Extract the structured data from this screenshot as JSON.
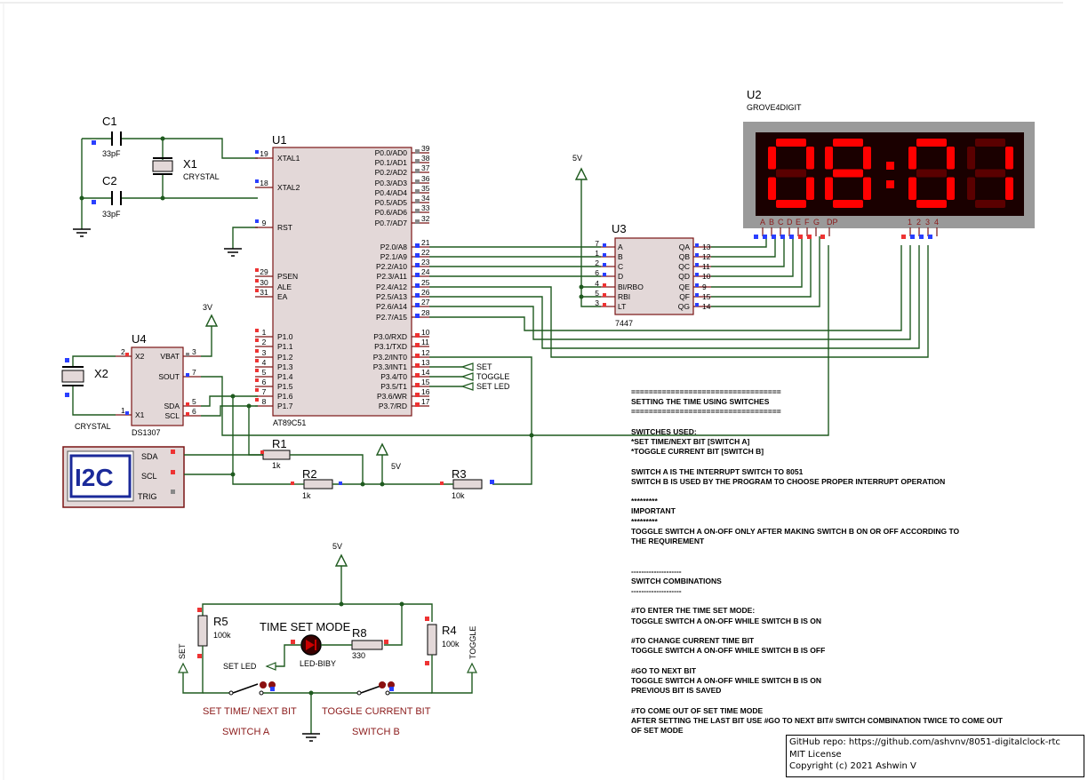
{
  "components": {
    "c1": {
      "ref": "C1",
      "value": "33pF"
    },
    "c2": {
      "ref": "C2",
      "value": "33pF"
    },
    "x1": {
      "ref": "X1",
      "value": "CRYSTAL"
    },
    "x2": {
      "ref": "X2",
      "value": "CRYSTAL"
    },
    "u1": {
      "ref": "U1",
      "value": "AT89C51"
    },
    "u2": {
      "ref": "U2",
      "value": "GROVE4DIGIT",
      "display": "08:01",
      "segment_labels": [
        "A",
        "B",
        "C",
        "D",
        "E",
        "F",
        "G",
        "DP"
      ],
      "digit_labels": [
        "1",
        "2",
        "3",
        "4"
      ]
    },
    "u3": {
      "ref": "U3",
      "value": "7447"
    },
    "u4": {
      "ref": "U4",
      "value": "DS1307"
    },
    "r1": {
      "ref": "R1",
      "value": "1k"
    },
    "r2": {
      "ref": "R2",
      "value": "1k"
    },
    "r3": {
      "ref": "R3",
      "value": "10k"
    },
    "r4": {
      "ref": "R4",
      "value": "100k"
    },
    "r5": {
      "ref": "R5",
      "value": "100k"
    },
    "r8": {
      "ref": "R8",
      "value": "330"
    },
    "led": {
      "ref": "TIME SET MODE",
      "value": "LED-BIBY"
    },
    "i2c": {
      "label": "I2C",
      "pins": [
        "SDA",
        "SCL",
        "TRIG"
      ]
    }
  },
  "u1_left_pins": [
    {
      "num": "19",
      "name": "XTAL1"
    },
    {
      "num": "18",
      "name": "XTAL2"
    },
    {
      "num": "9",
      "name": "RST"
    },
    {
      "num": "29",
      "name": "PSEN"
    },
    {
      "num": "30",
      "name": "ALE"
    },
    {
      "num": "31",
      "name": "EA"
    },
    {
      "num": "1",
      "name": "P1.0"
    },
    {
      "num": "2",
      "name": "P1.1"
    },
    {
      "num": "3",
      "name": "P1.2"
    },
    {
      "num": "4",
      "name": "P1.3"
    },
    {
      "num": "5",
      "name": "P1.4"
    },
    {
      "num": "6",
      "name": "P1.5"
    },
    {
      "num": "7",
      "name": "P1.6"
    },
    {
      "num": "8",
      "name": "P1.7"
    }
  ],
  "u1_right_pins": [
    {
      "num": "39",
      "name": "P0.0/AD0"
    },
    {
      "num": "38",
      "name": "P0.1/AD1"
    },
    {
      "num": "37",
      "name": "P0.2/AD2"
    },
    {
      "num": "36",
      "name": "P0.3/AD3"
    },
    {
      "num": "35",
      "name": "P0.4/AD4"
    },
    {
      "num": "34",
      "name": "P0.5/AD5"
    },
    {
      "num": "33",
      "name": "P0.6/AD6"
    },
    {
      "num": "32",
      "name": "P0.7/AD7"
    },
    {
      "num": "21",
      "name": "P2.0/A8"
    },
    {
      "num": "22",
      "name": "P2.1/A9"
    },
    {
      "num": "23",
      "name": "P2.2/A10"
    },
    {
      "num": "24",
      "name": "P2.3/A11"
    },
    {
      "num": "25",
      "name": "P2.4/A12"
    },
    {
      "num": "26",
      "name": "P2.5/A13"
    },
    {
      "num": "27",
      "name": "P2.6/A14"
    },
    {
      "num": "28",
      "name": "P2.7/A15"
    },
    {
      "num": "10",
      "name": "P3.0/RXD"
    },
    {
      "num": "11",
      "name": "P3.1/TXD"
    },
    {
      "num": "12",
      "name": "P3.2/INT0"
    },
    {
      "num": "13",
      "name": "P3.3/INT1"
    },
    {
      "num": "14",
      "name": "P3.4/T0"
    },
    {
      "num": "15",
      "name": "P3.5/T1"
    },
    {
      "num": "16",
      "name": "P3.6/WR"
    },
    {
      "num": "17",
      "name": "P3.7/RD"
    }
  ],
  "u3_left_pins": [
    {
      "num": "7",
      "name": "A"
    },
    {
      "num": "1",
      "name": "B"
    },
    {
      "num": "2",
      "name": "C"
    },
    {
      "num": "6",
      "name": "D"
    },
    {
      "num": "4",
      "name": "BI/RBO"
    },
    {
      "num": "5",
      "name": "RBI"
    },
    {
      "num": "3",
      "name": "LT"
    }
  ],
  "u3_right_pins": [
    {
      "num": "13",
      "name": "QA"
    },
    {
      "num": "12",
      "name": "QB"
    },
    {
      "num": "11",
      "name": "QC"
    },
    {
      "num": "10",
      "name": "QD"
    },
    {
      "num": "9",
      "name": "QE"
    },
    {
      "num": "15",
      "name": "QF"
    },
    {
      "num": "14",
      "name": "QG"
    }
  ],
  "u4_left_pins": [
    {
      "num": "2",
      "name": "X2"
    },
    {
      "num": "1",
      "name": "X1"
    }
  ],
  "u4_right_pins": [
    {
      "num": "3",
      "name": "VBAT"
    },
    {
      "num": "7",
      "name": "SOUT"
    },
    {
      "num": "5",
      "name": "SDA"
    },
    {
      "num": "6",
      "name": "SCL"
    }
  ],
  "power": {
    "v5_a": "5V",
    "v5_b": "5V",
    "v5_c": "5V",
    "v3": "3V"
  },
  "net_labels": {
    "set": "SET",
    "toggle": "TOGGLE",
    "set_led": "SET LED",
    "set_led_left": "SET LED",
    "set_vert": "SET",
    "toggle_vert": "TOGGLE"
  },
  "switches": {
    "a_title": "SET TIME/ NEXT BIT",
    "a_name": "SWITCH A",
    "b_title": "TOGGLE CURRENT BIT",
    "b_name": "SWITCH B"
  },
  "notes": [
    "==================================",
    "SETTING THE TIME USING SWITCHES",
    "==================================",
    "",
    "SWITCHES USED:",
    "*SET TIME/NEXT BIT [SWITCH A]",
    "*TOGGLE CURRENT BIT [SWITCH B]",
    "",
    "SWITCH A IS THE INTERRUPT SWITCH TO 8051",
    "SWITCH B IS USED BY THE PROGRAM TO CHOOSE PROPER INTERRUPT OPERATION",
    "",
    "*********",
    "IMPORTANT",
    "*********",
    "TOGGLE SWITCH A ON-OFF ONLY AFTER MAKING SWITCH B ON OR OFF ACCORDING TO",
    "THE REQUIREMENT",
    "",
    "",
    "--------------------",
    "SWITCH COMBINATIONS",
    "--------------------",
    "",
    "#TO ENTER THE TIME SET MODE:",
    "TOGGLE SWITCH A ON-OFF WHILE SWITCH B IS ON",
    "",
    "#TO CHANGE CURRENT TIME BIT",
    "TOGGLE SWITCH A ON-OFF WHILE SWITCH B IS OFF",
    "",
    "#GO TO NEXT BIT",
    "TOGGLE SWITCH A ON-OFF WHILE SWITCH B IS ON",
    "PREVIOUS BIT IS SAVED",
    "",
    "#TO COME OUT OF SET TIME MODE",
    "AFTER SETTING THE LAST BIT USE #GO TO NEXT BIT# SWITCH COMBINATION TWICE TO COME OUT",
    "OF SET MODE"
  ],
  "license": {
    "repo": "GitHub repo: https://github.com/ashvnv/8051-digitalclock-rtc",
    "license": "MIT License",
    "copyright": "Copyright (c) 2021 Ashwin V"
  },
  "colors": {
    "wire": "#1f5a1f",
    "chip_fill": "#e3d8d8",
    "chip_border": "#7a1414",
    "segment_on": "#ff0000",
    "segment_off": "#5a0000",
    "display_bg": "#1a0000",
    "display_frame": "#9a9a9a"
  }
}
